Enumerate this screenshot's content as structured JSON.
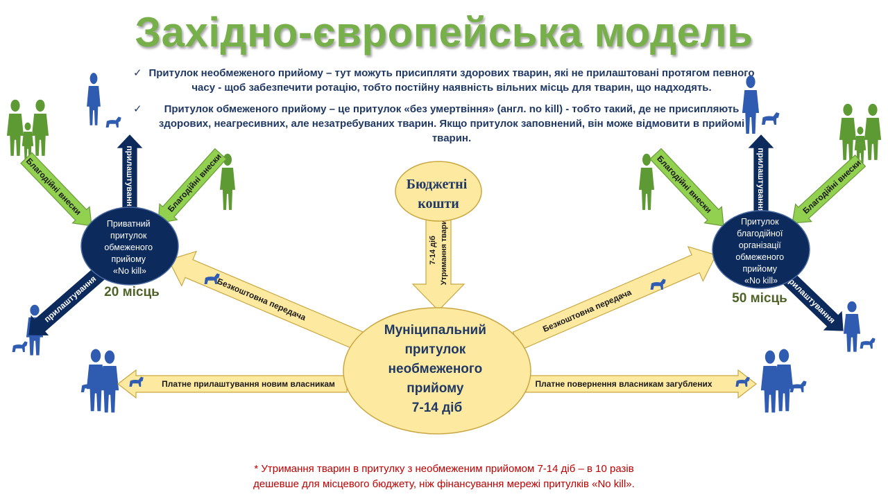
{
  "title": "Західно-європейська модель",
  "bullets": [
    "Притулок необмеженого прийому – тут можуть присипляти здорових тварин, які не прилаштовані протягом певного часу - щоб забезпечити ротацію, тобто постійну наявність вільних місць для тварин, що надходять.",
    "Притулок обмеженого прийому – це притулок «без умертвіння» (англ. no kill) - тобто такий, де не присипляють здорових, неагресивних, але незатребуваних тварин. Якщо притулок заповнений, він може відмовити в прийомі тварин."
  ],
  "check_mark": "✓",
  "left_shelter": {
    "lines": [
      "Приватний",
      "притулок",
      "обмеженого",
      "прийому",
      "«No kill»"
    ],
    "capacity": "20 місць"
  },
  "right_shelter": {
    "lines": [
      "Притулок",
      "благодійної",
      "організації",
      "обмеженого",
      "прийому",
      "«No kill»"
    ],
    "capacity": "50 місць"
  },
  "budget": {
    "lines": [
      "Бюджетні",
      "кошти"
    ]
  },
  "municipal": {
    "lines": [
      "Муніципальний",
      "притулок",
      "необмеженого",
      "прийому",
      "7-14 діб"
    ]
  },
  "arrows": {
    "donations": "Благодійні внески",
    "adoption": "прилаштування",
    "maintenance_1": "Утримання тварин",
    "maintenance_2": "7-14 діб",
    "free_transfer": "Безкоштовна передача",
    "paid_adoption": "Платне прилаштування новим власникам",
    "paid_return": "Платне повернення власникам загублених"
  },
  "footer": {
    "star": "*",
    "line1": " Утримання тварин в притулку з необмеженим прийомом 7-14 діб – в 10 разів",
    "line2": "дешевше для місцевого бюджету, ніж фінансування мережі притулків  «No kill»."
  },
  "colors": {
    "green": "#77b04a",
    "navy": "#0d2a5c",
    "yellow": "#fde9a0",
    "red": "#c00000",
    "people_blue": "#2f5bb0",
    "people_green": "#5e9a33"
  }
}
